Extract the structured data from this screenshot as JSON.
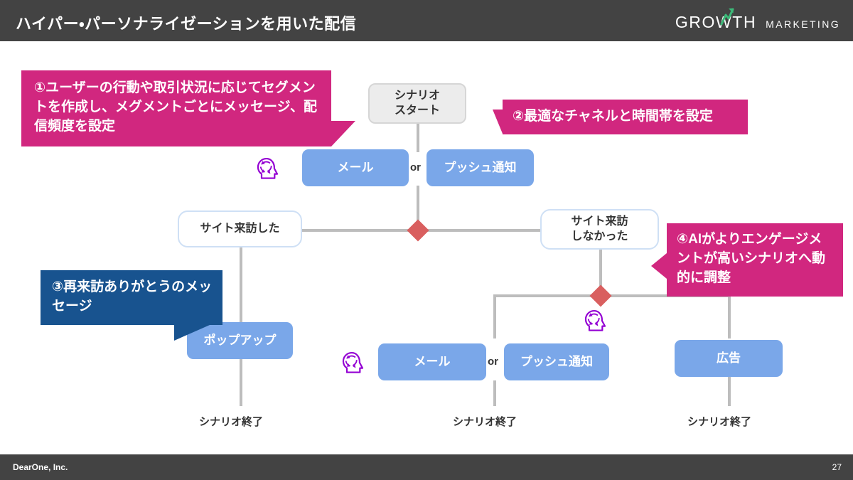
{
  "header": {
    "title": "ハイパー・パーソナライゼーションを用いた配信",
    "logo": {
      "primary": "GROWTH",
      "secondary": "MARKETING",
      "accent_color": "#3cb878",
      "arrow_icon": "growth-arrow-icon"
    },
    "bg_color": "#434343"
  },
  "footer": {
    "company": "DearOne, Inc.",
    "page_number": "27",
    "bg_color": "#434343"
  },
  "callouts": [
    {
      "id": "callout-1",
      "text": "①ユーザーの行動や取引状況に応じてセグメントを作成し、メグメントごとにメッセージ、配信頻度を設定",
      "color": "#d1277f"
    },
    {
      "id": "callout-2",
      "text": "②最適なチャネルと時間帯を設定",
      "color": "#d1277f"
    },
    {
      "id": "callout-3",
      "text": "③再来訪ありがとうのメッセージ",
      "color": "#18538f"
    },
    {
      "id": "callout-4",
      "text": "④AIがよりエンゲージメントが高いシナリオへ動的に調整",
      "color": "#d1277f"
    }
  ],
  "flow": {
    "start_node": "シナリオ\nスタート",
    "start_node_line1": "シナリオ",
    "start_node_line2": "スタート",
    "or_label": "or",
    "channels_top": {
      "mail": "メール",
      "push": "プッシュ通知"
    },
    "conditions": {
      "visited_line1": "サイト来訪した",
      "not_visited_line1": "サイト来訪",
      "not_visited_line2": "しなかった"
    },
    "actions": {
      "popup": "ポップアップ",
      "mail": "メール",
      "push": "プッシュ通知",
      "ad": "広告"
    },
    "end_labels": [
      "シナリオ終了",
      "シナリオ終了",
      "シナリオ終了"
    ],
    "colors": {
      "action_box": "#7aa7e9",
      "condition_border": "#cfe0f5",
      "start_box": "#ececec",
      "connector": "#bdbdbd",
      "decision_diamond": "#d95f5f",
      "ai_icon": "#9400d3"
    },
    "ai_icon_name": "ai-head-icon"
  }
}
